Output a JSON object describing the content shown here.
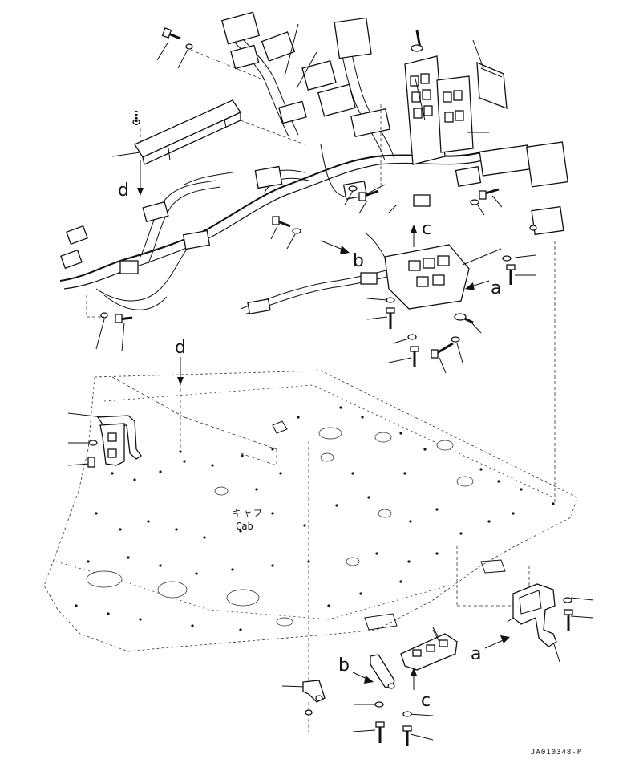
{
  "labels": {
    "a_right_upper": "a",
    "a_right_lower": "a",
    "b_upper": "b",
    "b_lower": "b",
    "c_upper": "c",
    "c_lower": "c",
    "d_upper": "d",
    "d_lower": "d"
  },
  "cab": {
    "japanese": "キャブ",
    "english": "Cab"
  },
  "drawing_code": "JA010348-P",
  "icons": {
    "bolt": "bolt-icon",
    "washer": "washer-icon",
    "bracket": "bracket-icon",
    "harness": "wire-harness-icon"
  }
}
